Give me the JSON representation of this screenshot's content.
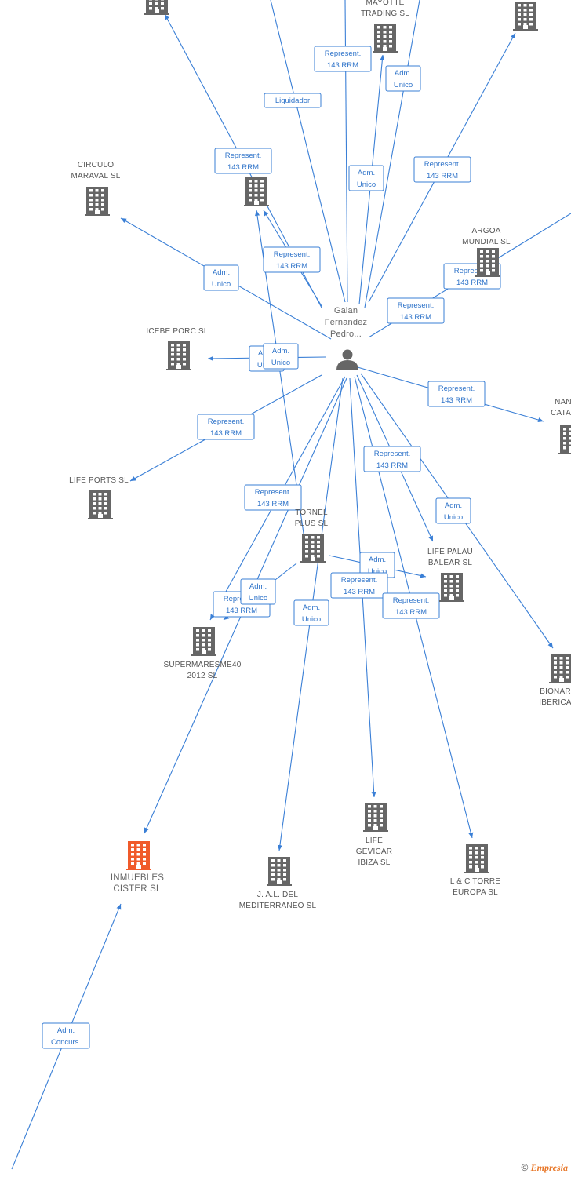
{
  "colors": {
    "edge": "#3a7fd6",
    "building": "#666666",
    "focus_building": "#f05a2a",
    "person": "#666666"
  },
  "person": {
    "name_lines": [
      "Galan",
      "Fernandez",
      "Pedro..."
    ],
    "icon": "person-icon"
  },
  "companies": [
    {
      "id": "top-left",
      "lines": [],
      "focus": false
    },
    {
      "id": "mayotte",
      "lines": [
        "MAYOTTE",
        "TRADING SL"
      ],
      "focus": false
    },
    {
      "id": "top-right",
      "lines": [],
      "focus": false
    },
    {
      "id": "circulo",
      "lines": [
        "CIRCULO",
        "MARAVAL SL"
      ],
      "focus": false
    },
    {
      "id": "mid-upper",
      "lines": [],
      "focus": false
    },
    {
      "id": "argoa",
      "lines": [
        "ARGOA",
        "MUNDIAL SL"
      ],
      "focus": false
    },
    {
      "id": "icebe",
      "lines": [
        "ICEBE PORC SL"
      ],
      "focus": false
    },
    {
      "id": "nan",
      "lines": [
        "NAN",
        "CATAL"
      ],
      "focus": false
    },
    {
      "id": "lifeports",
      "lines": [
        "LIFE PORTS SL"
      ],
      "focus": false
    },
    {
      "id": "tornel",
      "lines": [
        "TORNEL",
        "PLUS SL"
      ],
      "focus": false
    },
    {
      "id": "lifepalau",
      "lines": [
        "LIFE PALAU",
        "BALEAR  SL"
      ],
      "focus": false
    },
    {
      "id": "supermares",
      "lines": [
        "SUPERMARESME40",
        "2012  SL"
      ],
      "focus": false
    },
    {
      "id": "bionar",
      "lines": [
        "BIONAR",
        "IBERICA"
      ],
      "focus": false
    },
    {
      "id": "inmuebles",
      "lines": [
        "INMUEBLES",
        "CISTER  SL"
      ],
      "focus": true
    },
    {
      "id": "jal",
      "lines": [
        "J. A.L. DEL",
        "MEDITERRANEO SL"
      ],
      "focus": false
    },
    {
      "id": "gevicar",
      "lines": [
        "LIFE",
        "GEVICAR",
        "IBIZA  SL"
      ],
      "focus": false
    },
    {
      "id": "lctorre",
      "lines": [
        "L & C TORRE",
        "EUROPA SL"
      ],
      "focus": false
    }
  ],
  "edge_labels": [
    [
      "Represent.",
      "143 RRM"
    ],
    [
      "Adm.",
      "Unico"
    ],
    [
      "Liquidador"
    ],
    [
      "Represent.",
      "143 RRM"
    ],
    [
      "Adm.",
      "Unico"
    ],
    [
      "Represent.",
      "143 RRM"
    ],
    [
      "Represent.",
      "143 RRM"
    ],
    [
      "Adm.",
      "Unico"
    ],
    [
      "Represent.",
      "143 RRM"
    ],
    [
      "Represent.",
      "143 RRM"
    ],
    [
      "Adm.",
      "Unico"
    ],
    [
      "Adm.",
      "Unico"
    ],
    [
      "Represent.",
      "143 RRM"
    ],
    [
      "Represent.",
      "143 RRM"
    ],
    [
      "Represent.",
      "143 RRM"
    ],
    [
      "Represent.",
      "143 RRM"
    ],
    [
      "Adm.",
      "Unico"
    ],
    [
      "Represent.",
      "143 RRM"
    ],
    [
      "Adm.",
      "Unico"
    ],
    [
      "Adm.",
      "Unico"
    ],
    [
      "Represent.",
      "143 RRM"
    ],
    [
      "Represent.",
      "143 RRM"
    ],
    [
      "Adm.",
      "Unico"
    ],
    [
      "Represent.",
      "143 RRM"
    ],
    [
      "Adm.",
      "Concurs."
    ]
  ],
  "credit": {
    "symbol": "©",
    "brand": "Empresia"
  }
}
